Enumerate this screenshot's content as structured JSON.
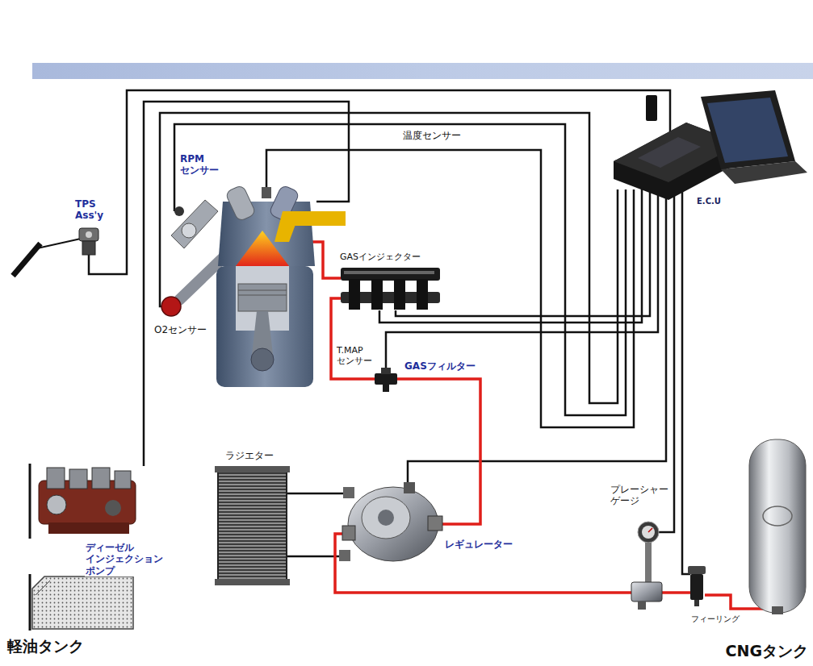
{
  "diagram": {
    "labels": [
      "RPM センサー",
      "温度センサー",
      "E.C.U",
      "TPS Ass'y",
      "GASインジェクター",
      "O2センサー",
      "T.MAP センサー",
      "GASフィルター",
      "ラジエター",
      "ディーゼル インジェクション ポンプ",
      "レギュレーター",
      "プレーシャー ゲージ",
      "フィーリング",
      "軽油タンク",
      "CNGタンク"
    ]
  }
}
